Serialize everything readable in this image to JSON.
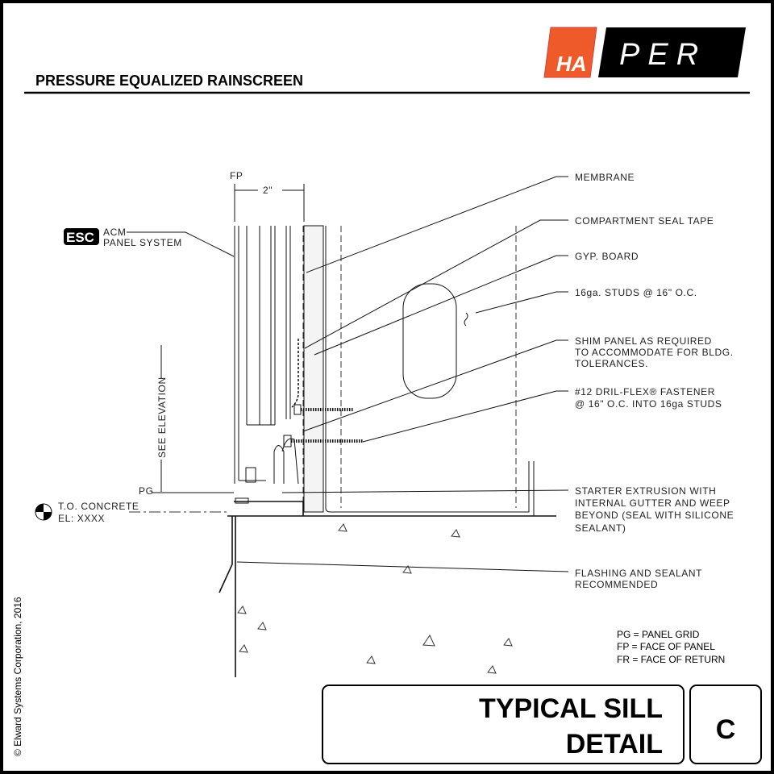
{
  "header": {
    "title": "PRESSURE EQUALIZED RAINSCREEN",
    "logo_text": "PER",
    "logo_mark": "HA"
  },
  "drawing": {
    "dim_fp": "FP",
    "dim_value": "2\"",
    "esc_logo": "ESC",
    "acm": "ACM",
    "panel_system": "PANEL SYSTEM",
    "see_elevation": "SEE ELEVATION",
    "pg": "PG",
    "to_concrete": "T.O. CONCRETE",
    "el": "EL: XXXX",
    "callouts": {
      "membrane": "MEMBRANE",
      "seal_tape": "COMPARTMENT SEAL TAPE",
      "gyp": "GYP. BOARD",
      "studs": "16ga. STUDS @ 16\" O.C.",
      "shim": [
        "SHIM PANEL AS REQUIRED",
        "TO ACCOMMODATE FOR BLDG.",
        "TOLERANCES."
      ],
      "fastener": [
        "#12 DRIL-FLEX® FASTENER",
        "@ 16\" O.C. INTO 16ga STUDS"
      ],
      "starter": [
        "STARTER EXTRUSION WITH",
        "INTERNAL GUTTER AND WEEP",
        "BEYOND (SEAL WITH SILICONE",
        "SEALANT)"
      ],
      "flashing": [
        "FLASHING AND SEALANT",
        "RECOMMENDED"
      ]
    },
    "legend": [
      "PG = PANEL GRID",
      "FP = FACE OF PANEL",
      "FR = FACE OF RETURN"
    ]
  },
  "copyright": "© Elward Systems Corporation, 2016",
  "title_block": {
    "line1": "TYPICAL SILL",
    "line2": "DETAIL",
    "detail_letter": "C"
  },
  "colors": {
    "logo_orange": "#ef5a2a",
    "black": "#000000"
  }
}
